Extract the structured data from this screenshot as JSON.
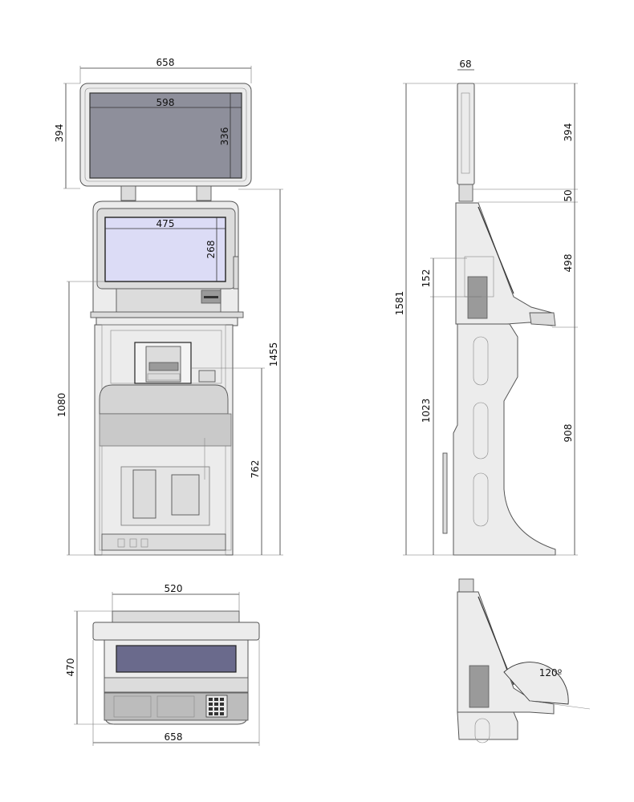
{
  "front_view": {
    "top_width": "658",
    "top_height": "394",
    "top_screen_width": "598",
    "top_screen_height": "336",
    "lower_screen_width": "475",
    "lower_screen_height": "268",
    "counter_height": "1080",
    "total_height": "1455",
    "printer_height": "762"
  },
  "side_view": {
    "depth_top": "68",
    "top_height": "394",
    "gap_height": "50",
    "head_height": "498",
    "total_height": "1581",
    "slot_height": "152",
    "lower_height": "1023",
    "base_height": "908"
  },
  "top_view": {
    "inner_width": "520",
    "depth": "470",
    "outer_width": "658"
  },
  "detail_view": {
    "tilt_angle": "120º"
  },
  "colors": {
    "top_screen": "#8e8f9b",
    "lower_screen": "#dcdcf6",
    "top_view_screen": "#6a6a8c"
  }
}
